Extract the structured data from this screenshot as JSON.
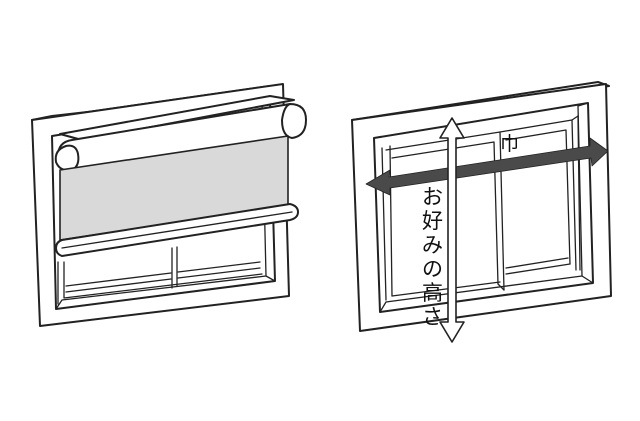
{
  "labels": {
    "width": "巾",
    "height_chars": [
      "お",
      "好",
      "み",
      "の",
      "高",
      "さ"
    ]
  },
  "colors": {
    "line": "#222222",
    "fabric": "#d9d9d9",
    "arrow_width": "#4a4a4a",
    "arrow_height": "#ffffff",
    "background": "#ffffff"
  }
}
